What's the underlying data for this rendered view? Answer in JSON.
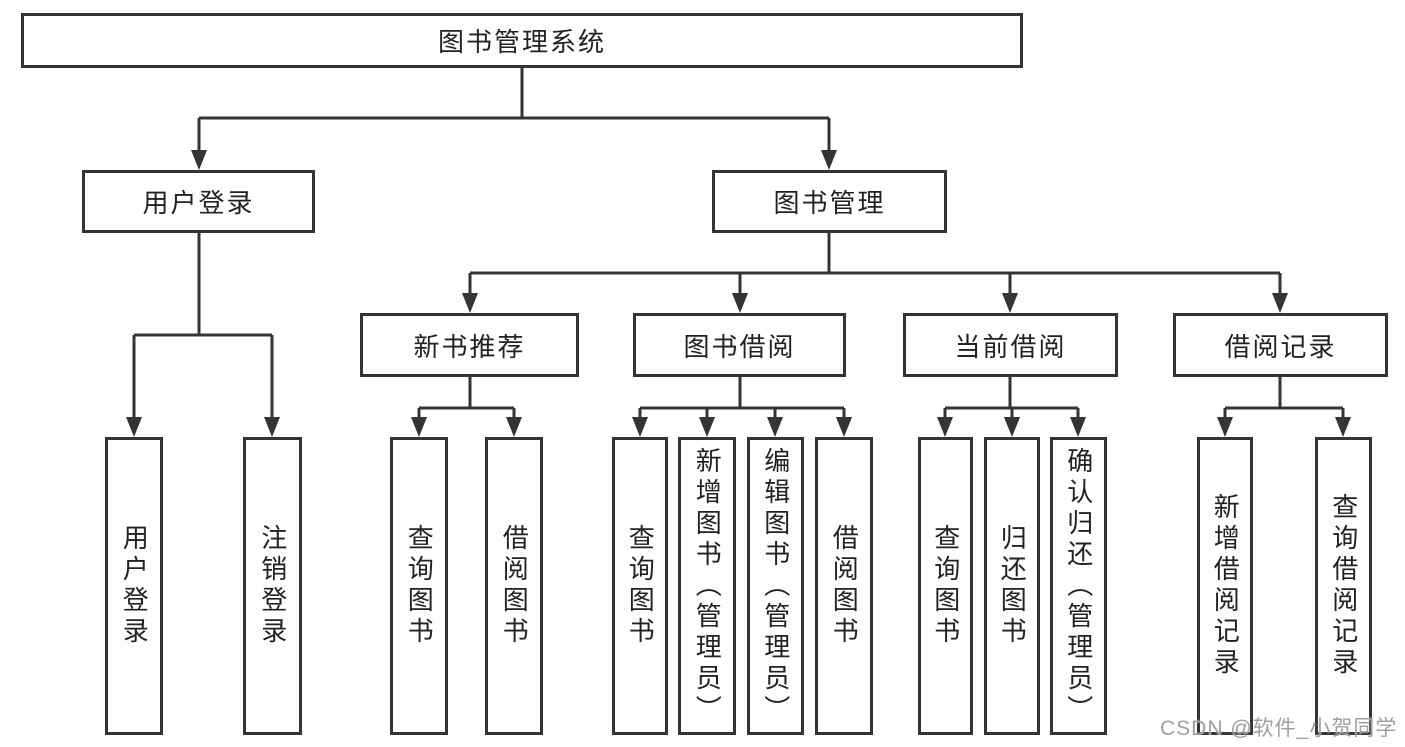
{
  "diagram": {
    "root": {
      "label": "图书管理系统"
    },
    "level2": [
      {
        "label": "用户登录"
      },
      {
        "label": "图书管理"
      }
    ],
    "level3": [
      {
        "label": "新书推荐",
        "parent": "图书管理"
      },
      {
        "label": "图书借阅",
        "parent": "图书管理"
      },
      {
        "label": "当前借阅",
        "parent": "图书管理"
      },
      {
        "label": "借阅记录",
        "parent": "图书管理"
      }
    ],
    "leaves": [
      {
        "label": "用户登录",
        "parent": "用户登录"
      },
      {
        "label": "注销登录",
        "parent": "用户登录"
      },
      {
        "label": "查询图书",
        "parent": "新书推荐"
      },
      {
        "label": "借阅图书",
        "parent": "新书推荐"
      },
      {
        "label": "查询图书",
        "parent": "图书借阅"
      },
      {
        "label": "新增图书（管理员）",
        "parent": "图书借阅"
      },
      {
        "label": "编辑图书（管理员）",
        "parent": "图书借阅"
      },
      {
        "label": "借阅图书",
        "parent": "图书借阅"
      },
      {
        "label": "查询图书",
        "parent": "当前借阅"
      },
      {
        "label": "归还图书",
        "parent": "当前借阅"
      },
      {
        "label": "确认归还（管理员）",
        "parent": "当前借阅"
      },
      {
        "label": "新增借阅记录",
        "parent": "借阅记录"
      },
      {
        "label": "查询借阅记录",
        "parent": "借阅记录"
      }
    ]
  },
  "watermark": "CSDN @软件_小贺同学",
  "colors": {
    "line": "#343434",
    "text": "#222222",
    "background": "#ffffff",
    "watermark": "#9f9f9f"
  }
}
